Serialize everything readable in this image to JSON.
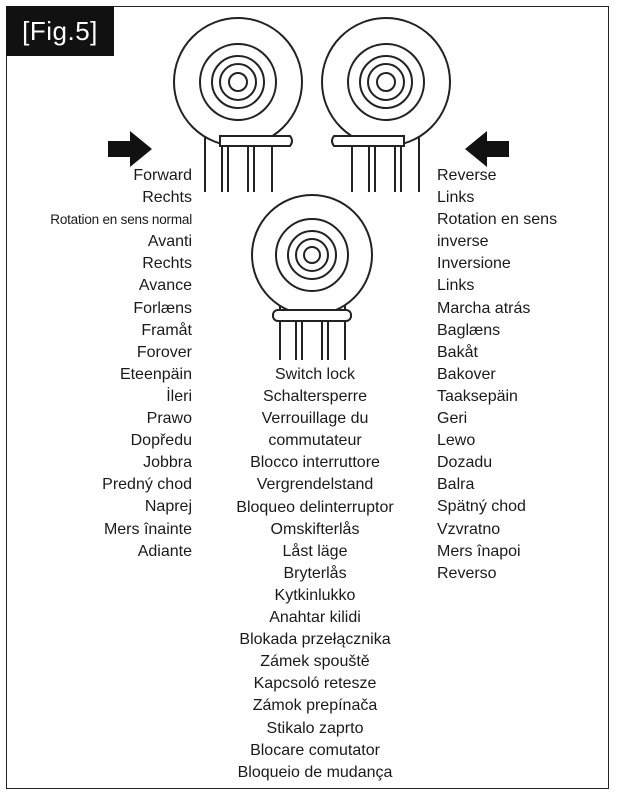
{
  "figure": {
    "label": "[Fig.5]"
  },
  "icons": {
    "left_arrow": "arrow-right-icon",
    "right_arrow": "arrow-left-icon"
  },
  "forward_labels": [
    "Forward",
    "Rechts",
    "Rotation en sens normal",
    "Avanti",
    "Rechts",
    "Avance",
    "Forlæns",
    "Framåt",
    "Forover",
    "Eteenpäin",
    "İleri",
    "Prawo",
    "Dopředu",
    "Jobbra",
    "Predný chod",
    "Naprej",
    "Mers înainte",
    "Adiante"
  ],
  "switch_lock_labels": [
    "Switch lock",
    "Schaltersperre",
    "Verrouillage du",
    "commutateur",
    "Blocco interruttore",
    "Vergrendelstand",
    "Bloqueo delinterruptor",
    "Omskifterlås",
    "Låst läge",
    "Bryterlås",
    "Kytkinlukko",
    "Anahtar kilidi",
    "Blokada przełącznika",
    "Zámek spouště",
    "Kapcsoló retesze",
    "Zámok prepínača",
    "Stikalo zaprto",
    "Blocare comutator",
    "Bloqueio de mudança"
  ],
  "reverse_labels": [
    "Reverse",
    "Links",
    "Rotation en sens",
    "inverse",
    "Inversione",
    "Links",
    "Marcha atrás",
    "Baglæns",
    "Bakåt",
    "Bakover",
    "Taaksepäin",
    "Geri",
    "Lewo",
    "Dozadu",
    "Balra",
    "Spätný chod",
    "Vzvratno",
    "Mers înapoi",
    "Reverso"
  ],
  "colors": {
    "line": "#222222",
    "label_bg": "#111111",
    "label_text": "#ffffff"
  }
}
